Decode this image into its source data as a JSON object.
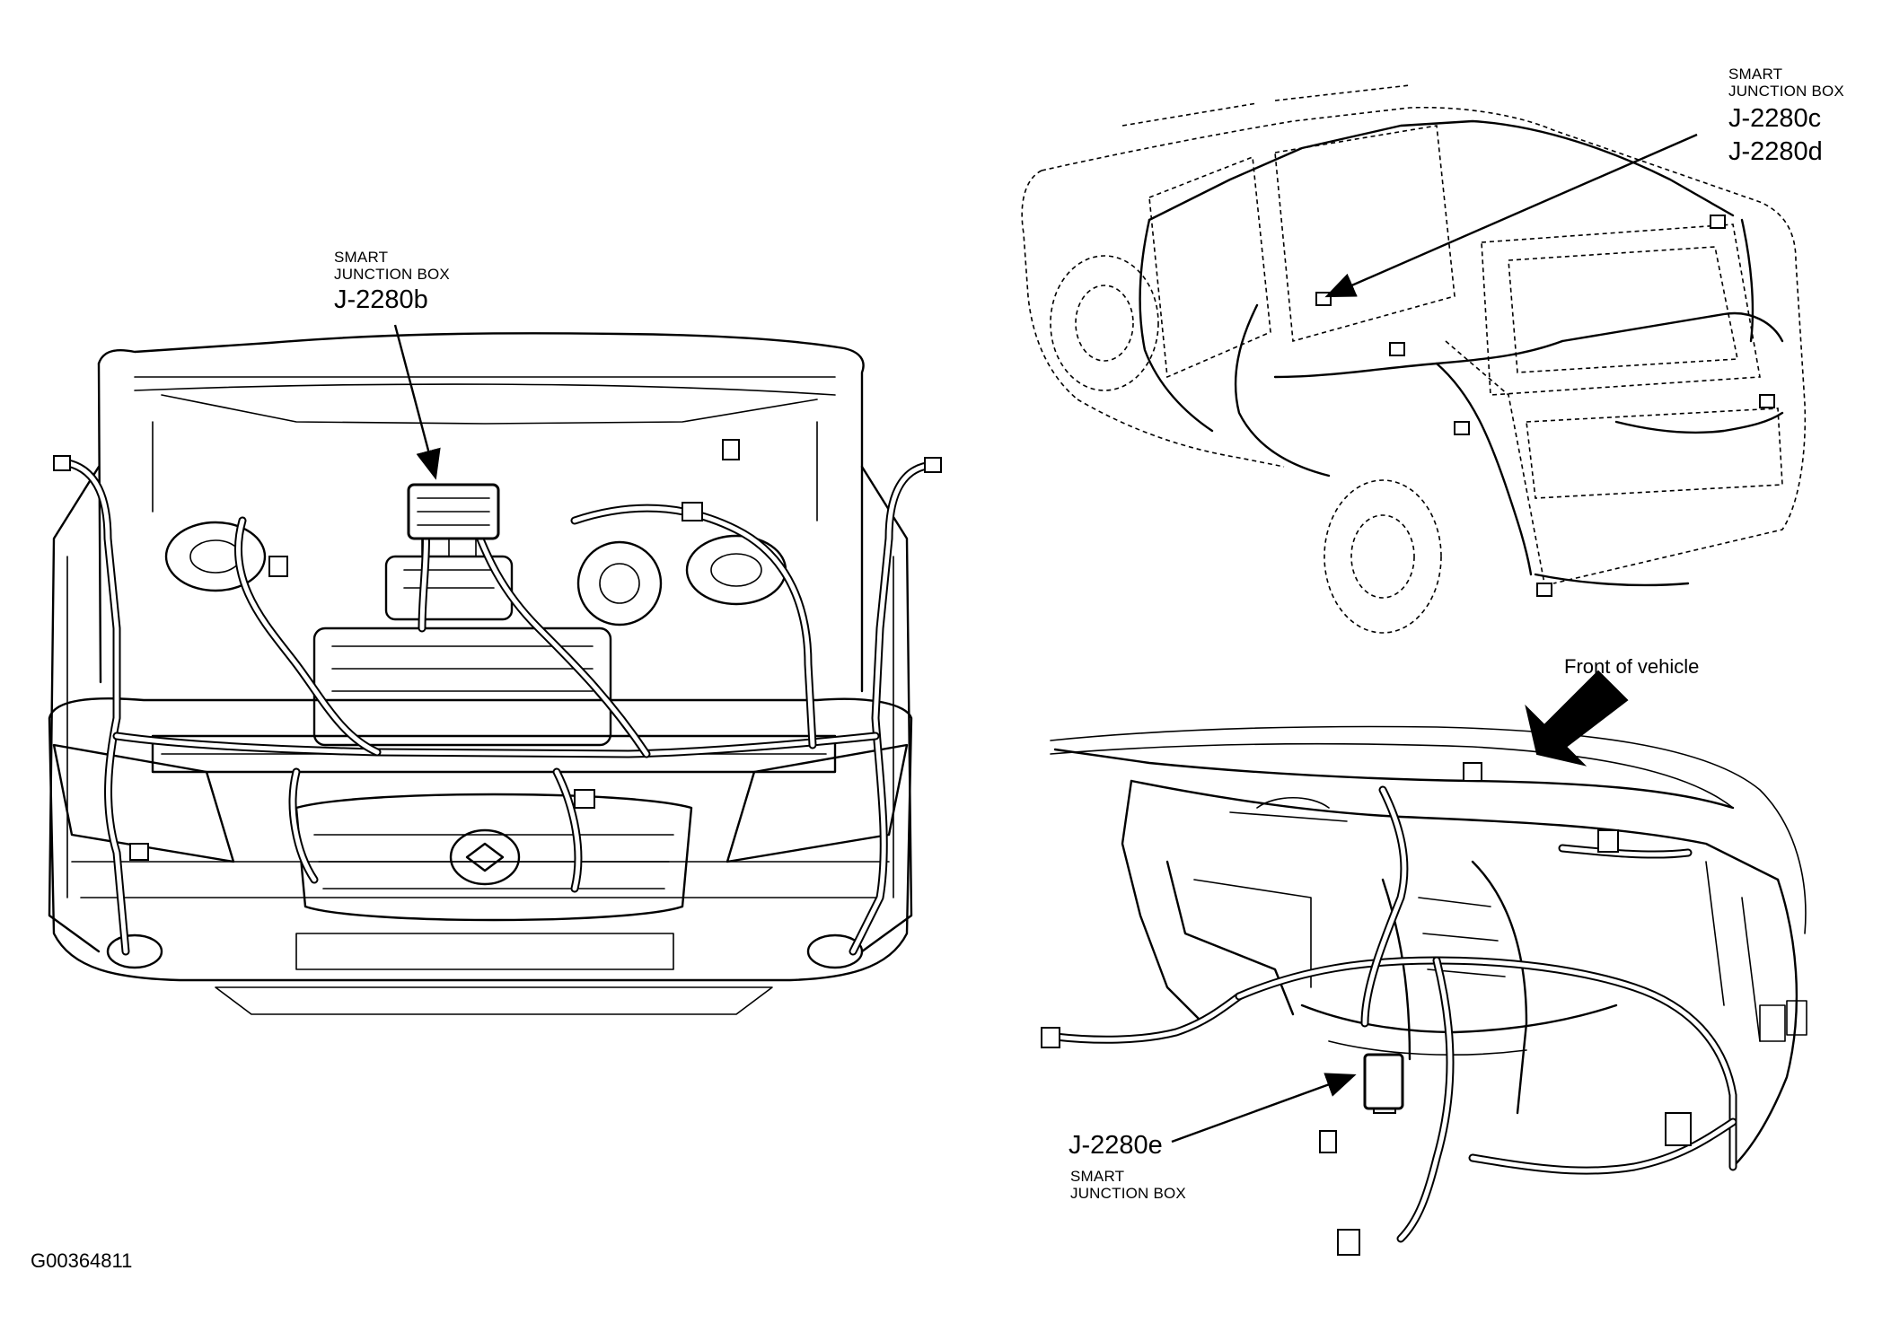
{
  "callouts": {
    "sjb_b": {
      "heading_line1": "SMART",
      "heading_line2": "JUNCTION BOX",
      "code": "J-2280b"
    },
    "sjb_cd": {
      "heading_line1": "SMART",
      "heading_line2": "JUNCTION BOX",
      "code_c": "J-2280c",
      "code_d": "J-2280d"
    },
    "sjb_e": {
      "code": "J-2280e",
      "heading_line1": "SMART",
      "heading_line2": "JUNCTION BOX"
    }
  },
  "front_of_vehicle_label": "Front of vehicle",
  "figure_id": "G00364811"
}
